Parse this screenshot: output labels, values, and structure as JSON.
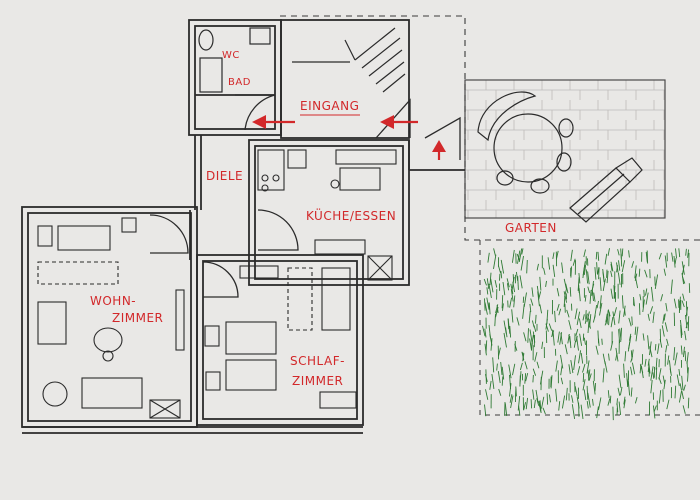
{
  "plan": {
    "rooms": {
      "wc": "WC",
      "bad": "BAD",
      "eingang": "EINGANG",
      "diele": "DIELE",
      "kueche_line1": "KÜCHE/ESSEN",
      "wohn_line1": "WOHN-",
      "wohn_line2": "ZIMMER",
      "schlaf_line1": "SCHLAF-",
      "schlaf_line2": "ZIMMER",
      "garten": "GARTEN"
    },
    "colors": {
      "paper": "#e9e8e6",
      "ink": "#2b2b2b",
      "label_red": "#d2282a",
      "grass_green": "#2f7a34"
    },
    "icons": [
      "entrance-arrow-icon",
      "door-arc-icon",
      "table-icon",
      "sun-lounger-icon",
      "grass-hatching-icon"
    ]
  }
}
